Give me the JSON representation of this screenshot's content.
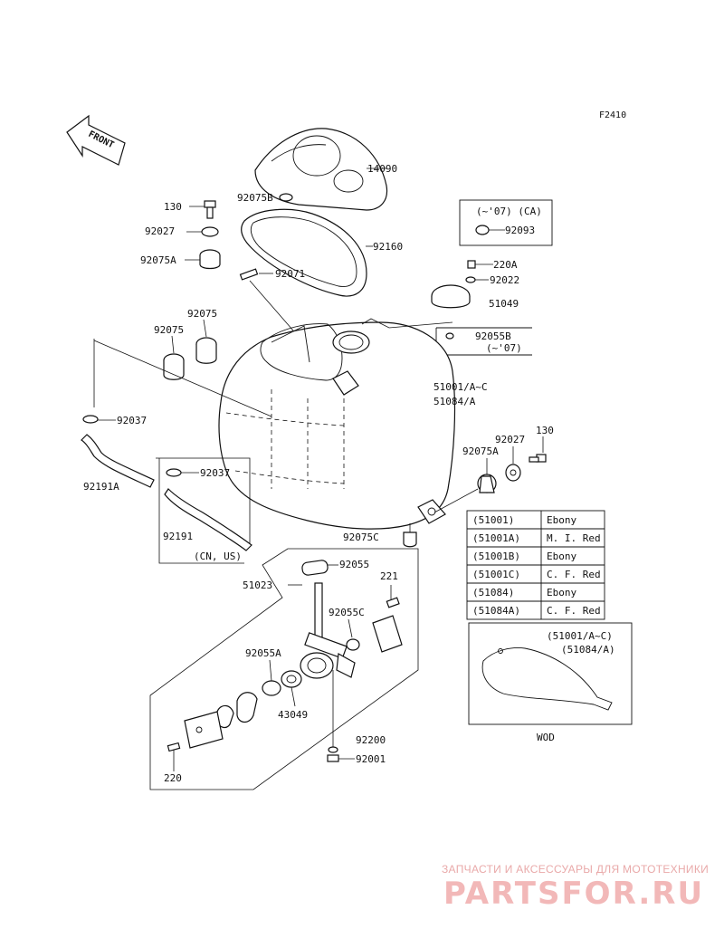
{
  "figure_code": "F2410",
  "front_label": "FRONT",
  "callouts": {
    "p14090": "14090",
    "p92075B": "92075B",
    "p130_top": "130",
    "p92027_top": "92027",
    "p92075A_top": "92075A",
    "p92160": "92160",
    "p92071": "92071",
    "p92075_a": "92075",
    "p92075_b": "92075",
    "p92093": "92093",
    "p220A": "220A",
    "p92022": "92022",
    "p51049": "51049",
    "p92055B": "92055B",
    "p51001": "51001/A~C",
    "p51084": "51084/A",
    "p92037_a": "92037",
    "p92037_b": "92037",
    "p92191A": "92191A",
    "p92191": "92191",
    "p130_right": "130",
    "p92027_right": "92027",
    "p92075A_right": "92075A",
    "p92075C": "92075C",
    "p51023": "51023",
    "p92055": "92055",
    "p221": "221",
    "p92055C": "92055C",
    "p92055A": "92055A",
    "p43049": "43049",
    "p92200": "92200",
    "p92001": "92001",
    "p220": "220"
  },
  "notes": {
    "ca_note": "(~'07) (CA)",
    "until07": "(~'07)",
    "cn_us": "(CN, US)",
    "wod": "WOD",
    "inset_line1": "(51001/A~C)",
    "inset_line2": "(51084/A)"
  },
  "color_table": {
    "rows": [
      {
        "part": "(51001)",
        "color": "Ebony"
      },
      {
        "part": "(51001A)",
        "color": "M. I. Red"
      },
      {
        "part": "(51001B)",
        "color": "Ebony"
      },
      {
        "part": "(51001C)",
        "color": "C. F. Red"
      },
      {
        "part": "(51084)",
        "color": "Ebony"
      },
      {
        "part": "(51084A)",
        "color": "C. F. Red"
      }
    ]
  },
  "watermark": {
    "tagline": "ЗАПЧАСТИ И АКСЕССУАРЫ ДЛЯ МОТОТЕХНИКИ",
    "brand": "PARTSFOR.RU",
    "tagline_color": "#e9a9a9",
    "brand_color": "#f2b8b8"
  }
}
